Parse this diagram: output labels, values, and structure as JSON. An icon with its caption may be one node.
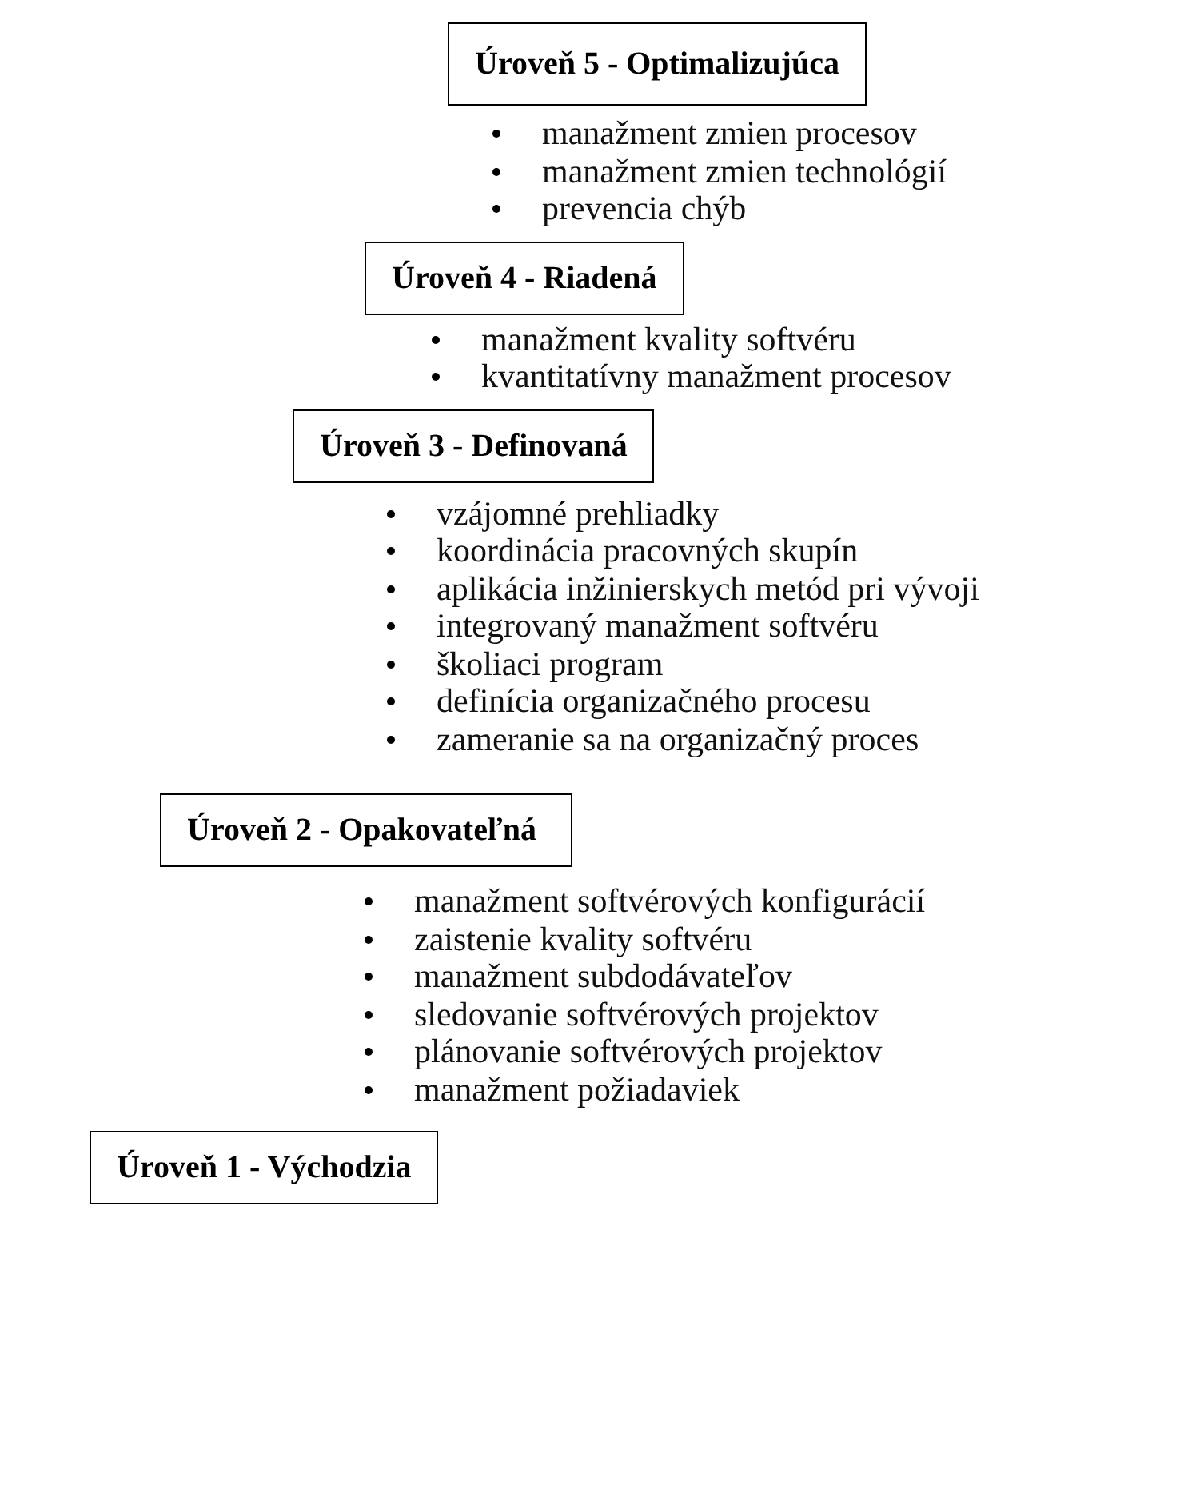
{
  "diagram": {
    "nodes": [
      {
        "text": [
          "Úroveň 5 - Optimalizujúca"
        ],
        "beside": [
          "manažment zmien procesov",
          "manažment zmien technológií",
          "prevencia chýb"
        ]
      },
      {
        "text": [
          "Úroveň 4 - Riadená"
        ],
        "beside": [
          "manažment kvality softvéru",
          "kvantitatívny manažment procesov"
        ]
      },
      {
        "text": [
          "Úroveň 3 - Definovaná"
        ],
        "beside": [
          "vzájomné prehliadky",
          "koordinácia pracovných skupín",
          "aplikácia inžinierskych metód pri vývoji",
          "integrovaný manažment softvéru",
          "školiaci program",
          "definícia organizačného procesu",
          "zameranie sa na organizačný proces"
        ]
      },
      {
        "text": [
          "Úroveň 2 - Opakovateľná"
        ],
        "beside": [
          "manažment softvérových konfigurácií",
          "zaistenie kvality softvéru",
          "manažment subdodávateľov",
          "sledovanie softvérových projektov",
          "plánovanie softvérových projektov",
          "manažment požiadaviek"
        ]
      },
      {
        "text": [
          "Úroveň 1 - Východzia"
        ]
      }
    ]
  }
}
